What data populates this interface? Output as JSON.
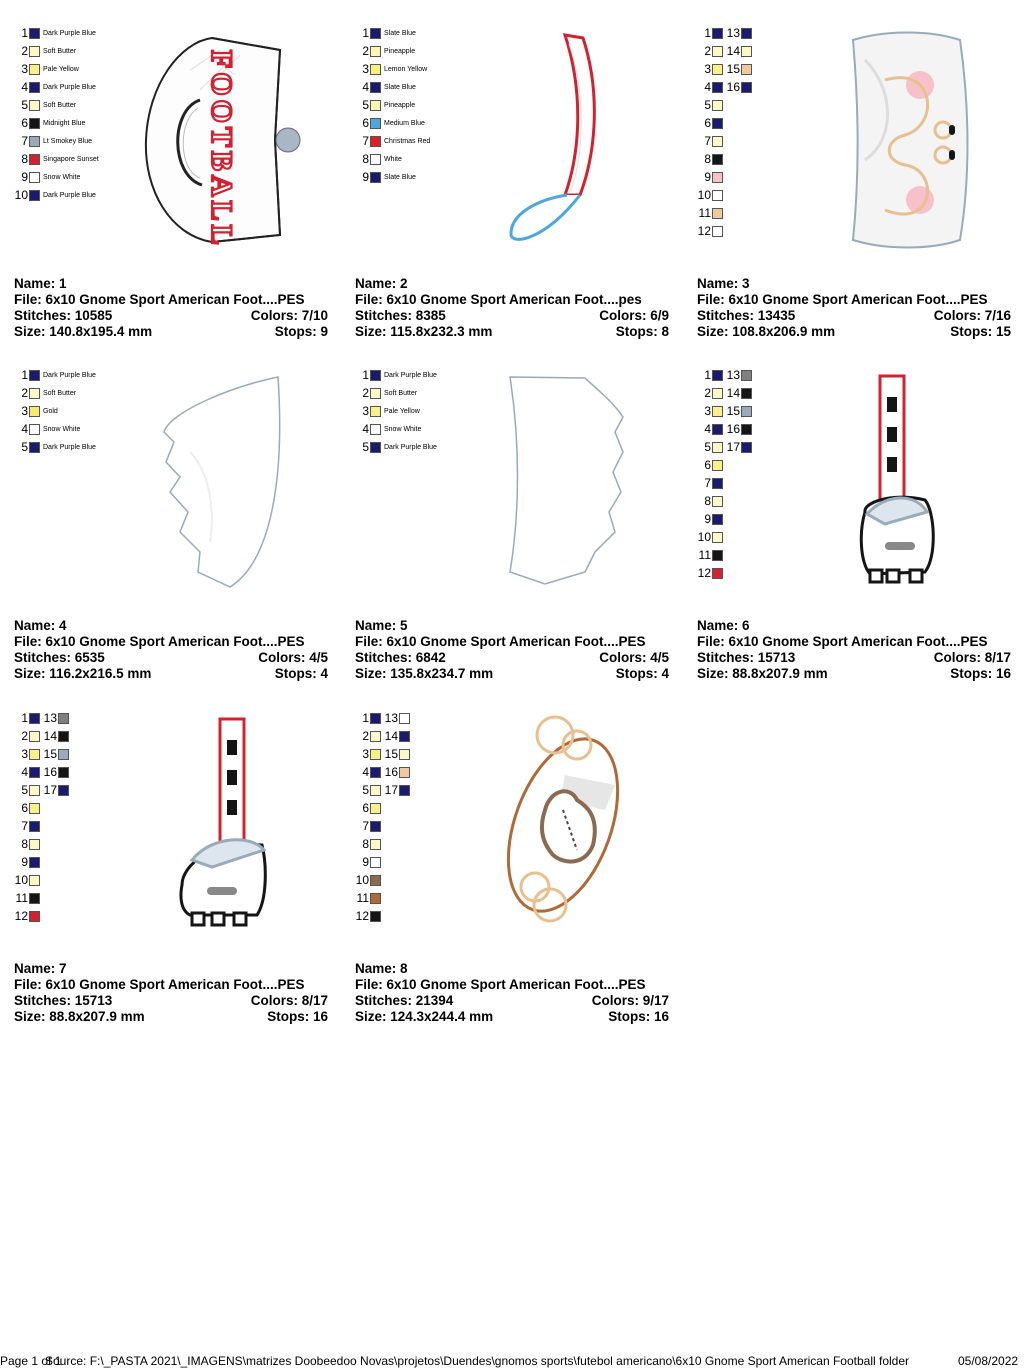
{
  "designs": [
    {
      "name": "Name: 1",
      "file": "File: 6x10 Gnome Sport American Foot....PES",
      "stitches": "Stitches: 10585",
      "colors": "Colors: 7/10",
      "size": "Size: 140.8x195.4 mm",
      "stops": "Stops: 9",
      "legend": [
        {
          "n": "1",
          "c": "#1a1a6e",
          "label": "Dark Purple Blue"
        },
        {
          "n": "2",
          "c": "#fdf8c8",
          "label": "Soft Butter"
        },
        {
          "n": "3",
          "c": "#f8f08a",
          "label": "Pale Yellow"
        },
        {
          "n": "4",
          "c": "#1a1a6e",
          "label": "Dark Purple Blue"
        },
        {
          "n": "5",
          "c": "#fdf8c8",
          "label": "Soft Butter"
        },
        {
          "n": "6",
          "c": "#151515",
          "label": "Midnight Blue"
        },
        {
          "n": "7",
          "c": "#9aaab8",
          "label": "Lt Smokey Blue"
        },
        {
          "n": "8",
          "c": "#d42030",
          "label": "Singapore Sunset"
        },
        {
          "n": "9",
          "c": "#ffffff",
          "label": "Snow White"
        },
        {
          "n": "10",
          "c": "#1a1a6e",
          "label": "Dark Purple Blue"
        }
      ],
      "art_text": "FOOTBALL"
    },
    {
      "name": "Name: 2",
      "file": "File: 6x10 Gnome Sport American Foot....pes",
      "stitches": "Stitches: 8385",
      "colors": "Colors: 6/9",
      "size": "Size: 115.8x232.3 mm",
      "stops": "Stops: 8",
      "legend": [
        {
          "n": "1",
          "c": "#1a1a6e",
          "label": "Slate Blue"
        },
        {
          "n": "2",
          "c": "#fdf6b0",
          "label": "Pineapple"
        },
        {
          "n": "3",
          "c": "#fbf07a",
          "label": "Lemon Yellow"
        },
        {
          "n": "4",
          "c": "#1a1a6e",
          "label": "Slate Blue"
        },
        {
          "n": "5",
          "c": "#fdf6b0",
          "label": "Pineapple"
        },
        {
          "n": "6",
          "c": "#4aa8dc",
          "label": "Medium Blue"
        },
        {
          "n": "7",
          "c": "#dd1f26",
          "label": "Christmas Red"
        },
        {
          "n": "8",
          "c": "#ffffff",
          "label": "White"
        },
        {
          "n": "9",
          "c": "#1a1a6e",
          "label": "Slate Blue"
        }
      ]
    },
    {
      "name": "Name: 3",
      "file": "File: 6x10 Gnome Sport American Foot....PES",
      "stitches": "Stitches: 13435",
      "colors": "Colors: 7/16",
      "size": "Size: 108.8x206.9 mm",
      "stops": "Stops: 15",
      "legend": [
        {
          "n": "1",
          "c": "#1a1a6e"
        },
        {
          "n": "2",
          "c": "#fdf8c8"
        },
        {
          "n": "3",
          "c": "#f8f08a"
        },
        {
          "n": "4",
          "c": "#1a1a6e"
        },
        {
          "n": "5",
          "c": "#fdf8c8"
        },
        {
          "n": "6",
          "c": "#1a1a6e"
        },
        {
          "n": "7",
          "c": "#fdf8c8"
        },
        {
          "n": "8",
          "c": "#151515"
        },
        {
          "n": "9",
          "c": "#f8c0c8"
        },
        {
          "n": "10",
          "c": "#ffffff"
        },
        {
          "n": "11",
          "c": "#f2c8a0"
        },
        {
          "n": "12",
          "c": "#ffffff"
        }
      ],
      "legend2": [
        {
          "n": "13",
          "c": "#1a1a6e"
        },
        {
          "n": "14",
          "c": "#fdf8c8"
        },
        {
          "n": "15",
          "c": "#f2c8a0"
        },
        {
          "n": "16",
          "c": "#1a1a6e"
        }
      ]
    },
    {
      "name": "Name: 4",
      "file": "File: 6x10 Gnome Sport American Foot....PES",
      "stitches": "Stitches: 6535",
      "colors": "Colors: 4/5",
      "size": "Size: 116.2x216.5 mm",
      "stops": "Stops: 4",
      "legend": [
        {
          "n": "1",
          "c": "#1a1a6e",
          "label": "Dark Purple Blue"
        },
        {
          "n": "2",
          "c": "#fdf8c8",
          "label": "Soft Butter"
        },
        {
          "n": "3",
          "c": "#f8ea70",
          "label": "Gold"
        },
        {
          "n": "4",
          "c": "#ffffff",
          "label": "Snow White"
        },
        {
          "n": "5",
          "c": "#1a1a6e",
          "label": "Dark Purple Blue"
        }
      ]
    },
    {
      "name": "Name: 5",
      "file": "File: 6x10 Gnome Sport American Foot....PES",
      "stitches": "Stitches: 6842",
      "colors": "Colors: 4/5",
      "size": "Size: 135.8x234.7 mm",
      "stops": "Stops: 4",
      "legend": [
        {
          "n": "1",
          "c": "#1a1a6e",
          "label": "Dark Purple Blue"
        },
        {
          "n": "2",
          "c": "#fdf8c8",
          "label": "Soft Butter"
        },
        {
          "n": "3",
          "c": "#f8f08a",
          "label": "Pale Yellow"
        },
        {
          "n": "4",
          "c": "#ffffff",
          "label": "Snow White"
        },
        {
          "n": "5",
          "c": "#1a1a6e",
          "label": "Dark Purple Blue"
        }
      ]
    },
    {
      "name": "Name: 6",
      "file": "File: 6x10 Gnome Sport American Foot....PES",
      "stitches": "Stitches: 15713",
      "colors": "Colors: 8/17",
      "size": "Size: 88.8x207.9 mm",
      "stops": "Stops: 16",
      "legend": [
        {
          "n": "1",
          "c": "#1a1a6e"
        },
        {
          "n": "2",
          "c": "#fdf8c8"
        },
        {
          "n": "3",
          "c": "#f8f08a"
        },
        {
          "n": "4",
          "c": "#1a1a6e"
        },
        {
          "n": "5",
          "c": "#fdf8c8"
        },
        {
          "n": "6",
          "c": "#f8f08a"
        },
        {
          "n": "7",
          "c": "#1a1a6e"
        },
        {
          "n": "8",
          "c": "#fdf8c8"
        },
        {
          "n": "9",
          "c": "#1a1a6e"
        },
        {
          "n": "10",
          "c": "#fdf8c8"
        },
        {
          "n": "11",
          "c": "#151515"
        },
        {
          "n": "12",
          "c": "#d42030"
        }
      ],
      "legend2": [
        {
          "n": "13",
          "c": "#808080"
        },
        {
          "n": "14",
          "c": "#151515"
        },
        {
          "n": "15",
          "c": "#9aaab8"
        },
        {
          "n": "16",
          "c": "#151515"
        },
        {
          "n": "17",
          "c": "#1a1a6e"
        }
      ]
    },
    {
      "name": "Name: 7",
      "file": "File: 6x10 Gnome Sport American Foot....PES",
      "stitches": "Stitches: 15713",
      "colors": "Colors: 8/17",
      "size": "Size: 88.8x207.9 mm",
      "stops": "Stops: 16",
      "legend": [
        {
          "n": "1",
          "c": "#1a1a6e"
        },
        {
          "n": "2",
          "c": "#fdf8c8"
        },
        {
          "n": "3",
          "c": "#f8f08a"
        },
        {
          "n": "4",
          "c": "#1a1a6e"
        },
        {
          "n": "5",
          "c": "#fdf8c8"
        },
        {
          "n": "6",
          "c": "#f8f08a"
        },
        {
          "n": "7",
          "c": "#1a1a6e"
        },
        {
          "n": "8",
          "c": "#fdf8c8"
        },
        {
          "n": "9",
          "c": "#1a1a6e"
        },
        {
          "n": "10",
          "c": "#fdf8c8"
        },
        {
          "n": "11",
          "c": "#151515"
        },
        {
          "n": "12",
          "c": "#d42030"
        }
      ],
      "legend2": [
        {
          "n": "13",
          "c": "#808080"
        },
        {
          "n": "14",
          "c": "#151515"
        },
        {
          "n": "15",
          "c": "#9aaab8"
        },
        {
          "n": "16",
          "c": "#151515"
        },
        {
          "n": "17",
          "c": "#1a1a6e"
        }
      ]
    },
    {
      "name": "Name: 8",
      "file": "File: 6x10 Gnome Sport American Foot....PES",
      "stitches": "Stitches: 21394",
      "colors": "Colors: 9/17",
      "size": "Size: 124.3x244.4 mm",
      "stops": "Stops: 16",
      "legend": [
        {
          "n": "1",
          "c": "#1a1a6e"
        },
        {
          "n": "2",
          "c": "#fdf8c8"
        },
        {
          "n": "3",
          "c": "#f8f08a"
        },
        {
          "n": "4",
          "c": "#1a1a6e"
        },
        {
          "n": "5",
          "c": "#fdf8c8"
        },
        {
          "n": "6",
          "c": "#f8f08a"
        },
        {
          "n": "7",
          "c": "#1a1a6e"
        },
        {
          "n": "8",
          "c": "#fdf8c8"
        },
        {
          "n": "9",
          "c": "#ffffff"
        },
        {
          "n": "10",
          "c": "#8a6a50"
        },
        {
          "n": "11",
          "c": "#b06a38"
        },
        {
          "n": "12",
          "c": "#151515"
        }
      ],
      "legend2": [
        {
          "n": "13",
          "c": "#ffffff"
        },
        {
          "n": "14",
          "c": "#1a1a6e"
        },
        {
          "n": "15",
          "c": "#fdf8c8"
        },
        {
          "n": "16",
          "c": "#f2c8a0"
        },
        {
          "n": "17",
          "c": "#1a1a6e"
        }
      ]
    }
  ],
  "footer": {
    "page": "Page 1 of 1",
    "source": "Source: F:\\_PASTA 2021\\_IMAGENS\\matrizes Doobeedoo Novas\\projetos\\Duendes\\gnomos sports\\futebol americano\\6x10 Gnome Sport American Football folder",
    "date": "05/08/2022"
  }
}
